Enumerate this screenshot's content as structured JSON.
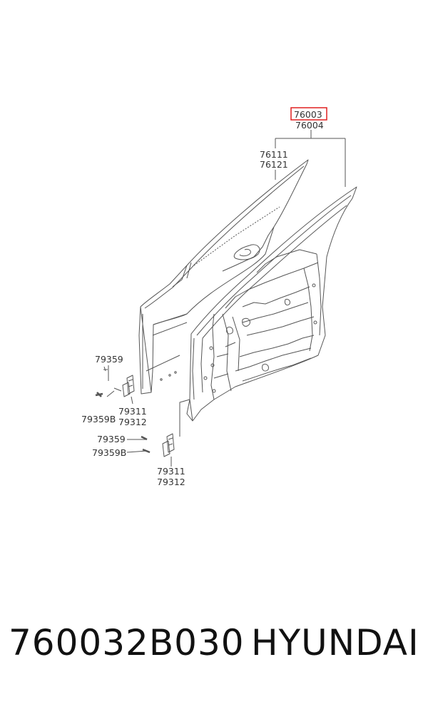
{
  "colors": {
    "line": "#555555",
    "text": "#333333",
    "highlight_box": "#e02020",
    "background": "#ffffff"
  },
  "callouts": {
    "door_assembly_lh": "76003",
    "door_assembly_rh": "76004",
    "door_panel_lh": "76111",
    "door_panel_rh": "76121",
    "upper_hinge_bolt": "79359",
    "upper_hinge_bolt_b": "79359B",
    "upper_hinge_lh": "79311",
    "upper_hinge_rh": "79312",
    "lower_hinge_bolt": "79359",
    "lower_hinge_bolt_b": "79359B",
    "lower_hinge_lh": "79311",
    "lower_hinge_rh": "79312"
  },
  "caption": {
    "part_number": "760032B030",
    "brand": "HYUNDAI"
  }
}
